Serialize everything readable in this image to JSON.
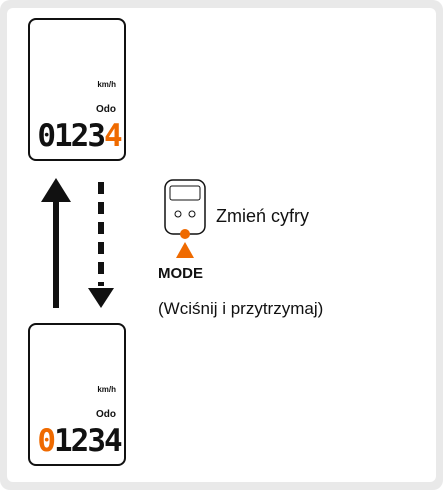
{
  "top_display": {
    "unit": "km/h",
    "odo_label": "Odo",
    "digits_prefix": "0123",
    "digit_highlight": "4"
  },
  "bottom_display": {
    "unit": "km/h",
    "odo_label": "Odo",
    "digit_highlight": "0",
    "digits_suffix": "1234"
  },
  "instruction": {
    "action": "Zmień cyfry",
    "button": "MODE",
    "hint": "(Wciśnij i przytrzymaj)"
  },
  "colors": {
    "highlight": "#ef6a00",
    "panel": "#e9e9e9",
    "ink": "#111111"
  }
}
